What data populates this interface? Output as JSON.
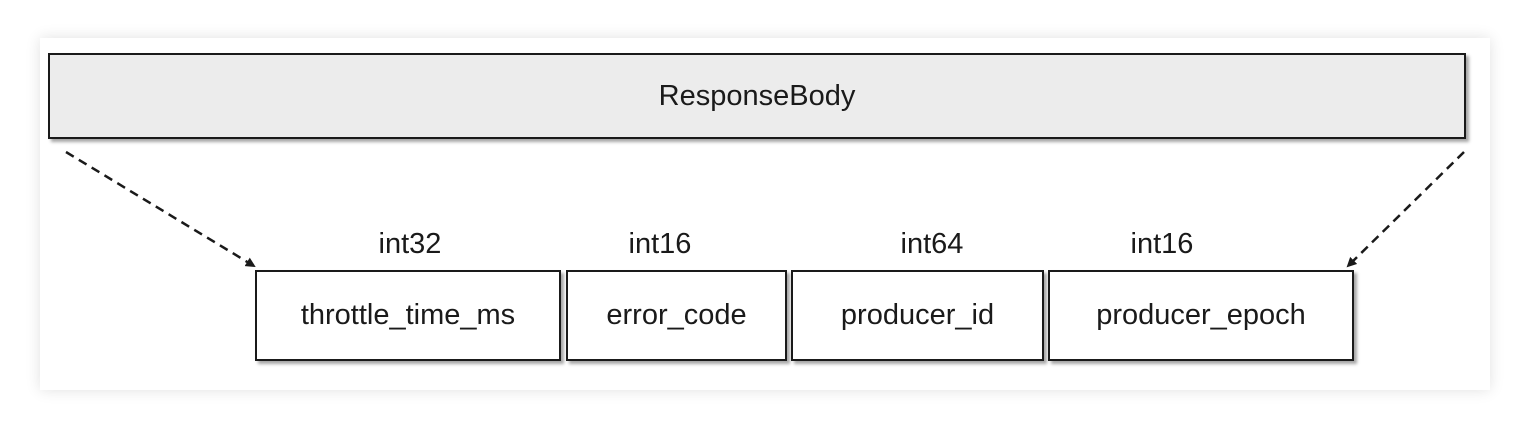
{
  "diagram": {
    "header": {
      "label": "ResponseBody"
    },
    "fields": [
      {
        "type": "int32",
        "name": "throttle_time_ms"
      },
      {
        "type": "int16",
        "name": "error_code"
      },
      {
        "type": "int64",
        "name": "producer_id"
      },
      {
        "type": "int16",
        "name": "producer_epoch"
      }
    ],
    "colors": {
      "header_fill": "#ececec",
      "field_fill": "#ffffff",
      "stroke": "#1a1a1a"
    },
    "connector_style": "dashed-arrow"
  }
}
